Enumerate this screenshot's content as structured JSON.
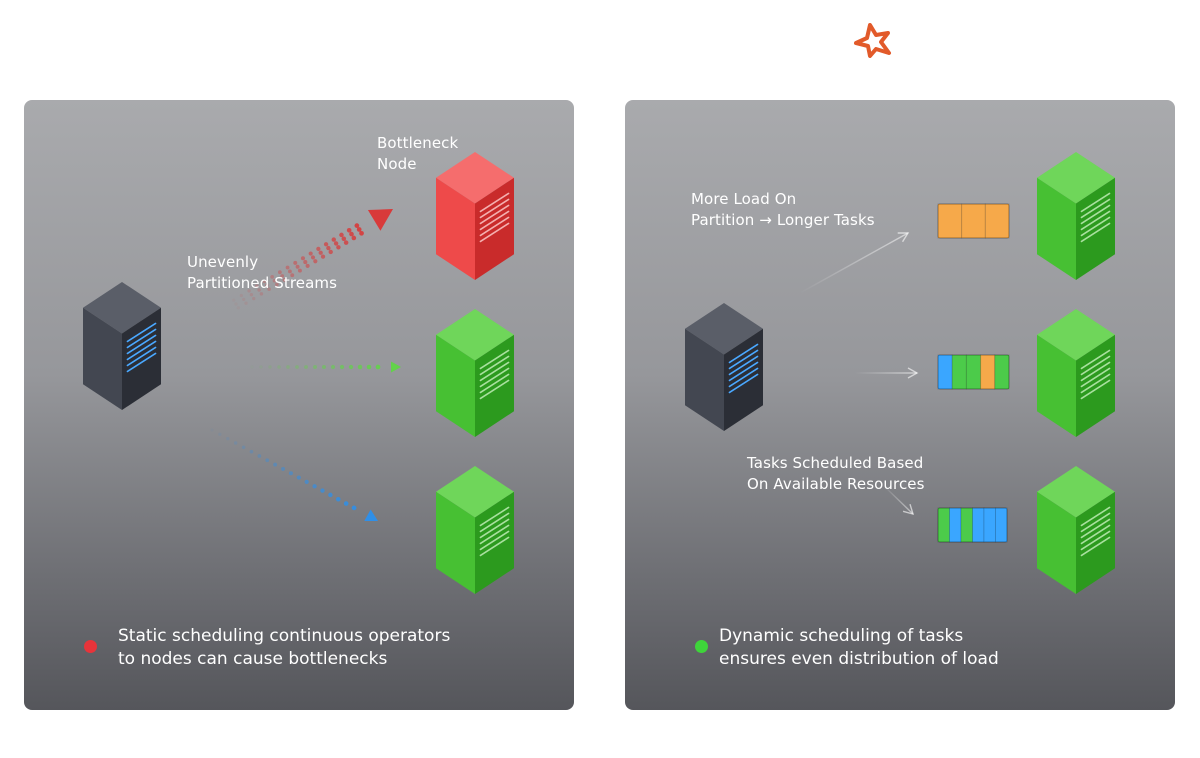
{
  "logo": {
    "icon": "spark-star-icon",
    "color": "#e25a2a"
  },
  "colors": {
    "bottleneck": "#e83c3c",
    "green_node": "#3db82a",
    "dark_node": "#363a44",
    "stripe_blue": "#4aa8ff",
    "arrow_red": "#d83a3a",
    "arrow_green": "#63d24a",
    "arrow_blue": "#2f8fe8",
    "task_orange": "#f6a94a",
    "task_green": "#4ccb4a",
    "task_blue": "#3aa6ff",
    "legend_red": "#e8343a",
    "legend_green": "#3ed43a"
  },
  "left_panel": {
    "bottleneck_label": {
      "line1": "Bottleneck",
      "line2": "Node"
    },
    "streams_label": {
      "line1": "Unevenly",
      "line2": "Partitioned Streams"
    },
    "legend": {
      "line1": "Static scheduling continuous operators",
      "line2": "to nodes can cause bottlenecks"
    }
  },
  "right_panel": {
    "load_label": {
      "line1": "More Load On",
      "line2": "Partition → Longer Tasks"
    },
    "tasks_label": {
      "line1": "Tasks Scheduled Based",
      "line2": "On Available Resources"
    },
    "legend": {
      "line1": "Dynamic scheduling of tasks",
      "line2": "ensures even distribution of load"
    },
    "task_queues": [
      {
        "tasks": [
          "orange",
          "orange",
          "orange"
        ]
      },
      {
        "tasks": [
          "blue",
          "green",
          "green",
          "orange",
          "green"
        ]
      },
      {
        "tasks": [
          "green",
          "blue",
          "green",
          "blue",
          "blue",
          "blue"
        ]
      }
    ]
  }
}
